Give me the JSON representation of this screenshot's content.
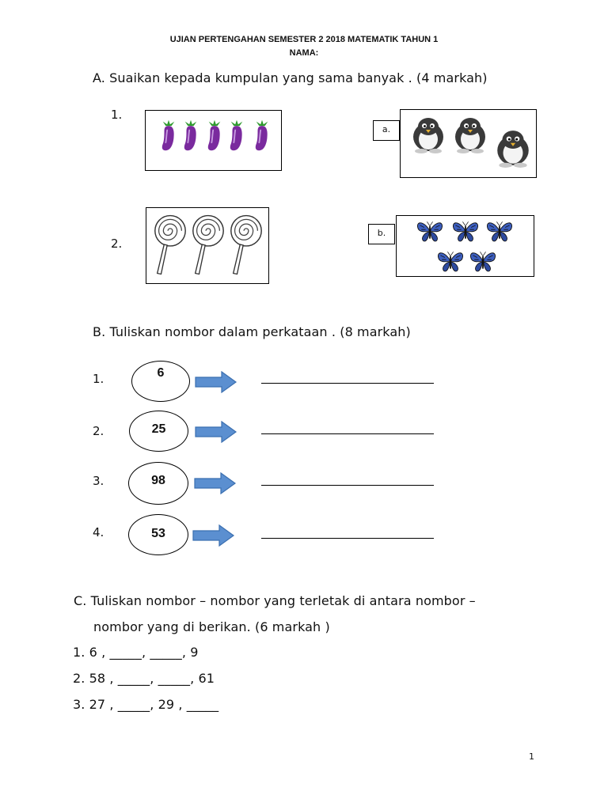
{
  "header": {
    "title": "UJIAN PERTENGAHAN SEMESTER 2 2018 MATEMATIK TAHUN 1",
    "name_label": "NAMA:"
  },
  "section_a": {
    "instruction": "A. Suaikan kepada kumpulan yang sama banyak . (4 markah)",
    "left_items": [
      {
        "number": "1.",
        "icon": "eggplant-icon",
        "count": 5
      },
      {
        "number": "2.",
        "icon": "lollipop-icon",
        "count": 3
      }
    ],
    "right_items": [
      {
        "label": "a.",
        "icon": "penguin-icon",
        "count": 3
      },
      {
        "label": "b.",
        "icon": "butterfly-icon",
        "count": 5
      }
    ]
  },
  "section_b": {
    "instruction": "B.  Tuliskan nombor dalam perkataan . (8 markah)",
    "items": [
      {
        "number": "1.",
        "value": "6"
      },
      {
        "number": "2.",
        "value": "25"
      },
      {
        "number": "3.",
        "value": "98"
      },
      {
        "number": "4.",
        "value": "53"
      }
    ],
    "arrow_color": "#5b8fd0"
  },
  "section_c": {
    "instruction_line1": "C. Tuliskan nombor – nombor yang terletak di antara nombor –",
    "instruction_line2": "nombor yang di berikan. (6 markah )",
    "items": [
      "1. 6 , _____, _____, 9",
      "2. 58 , _____, _____, 61",
      "3. 27 , _____, 29 , _____"
    ]
  },
  "page_number": "1"
}
